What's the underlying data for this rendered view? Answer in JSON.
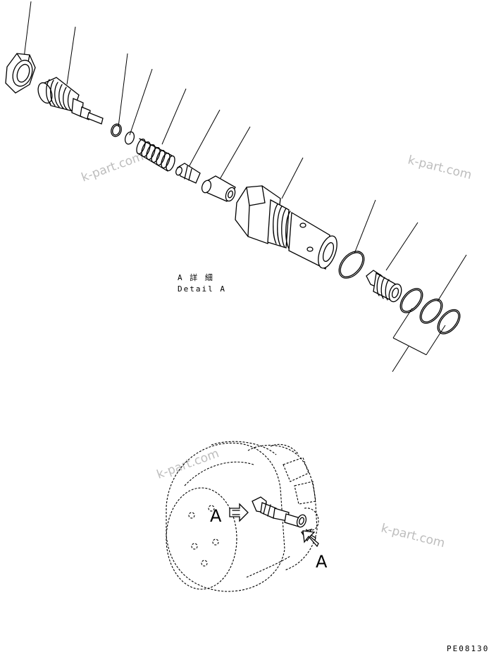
{
  "detail": {
    "title_jp": "A 詳 細",
    "title_en": "Detail A"
  },
  "view_marker": "A",
  "drawing_code": "PE08130",
  "watermark": "k-part.com",
  "colors": {
    "ink": "#000000",
    "watermark": "#bdbdbd",
    "background": "#ffffff"
  }
}
